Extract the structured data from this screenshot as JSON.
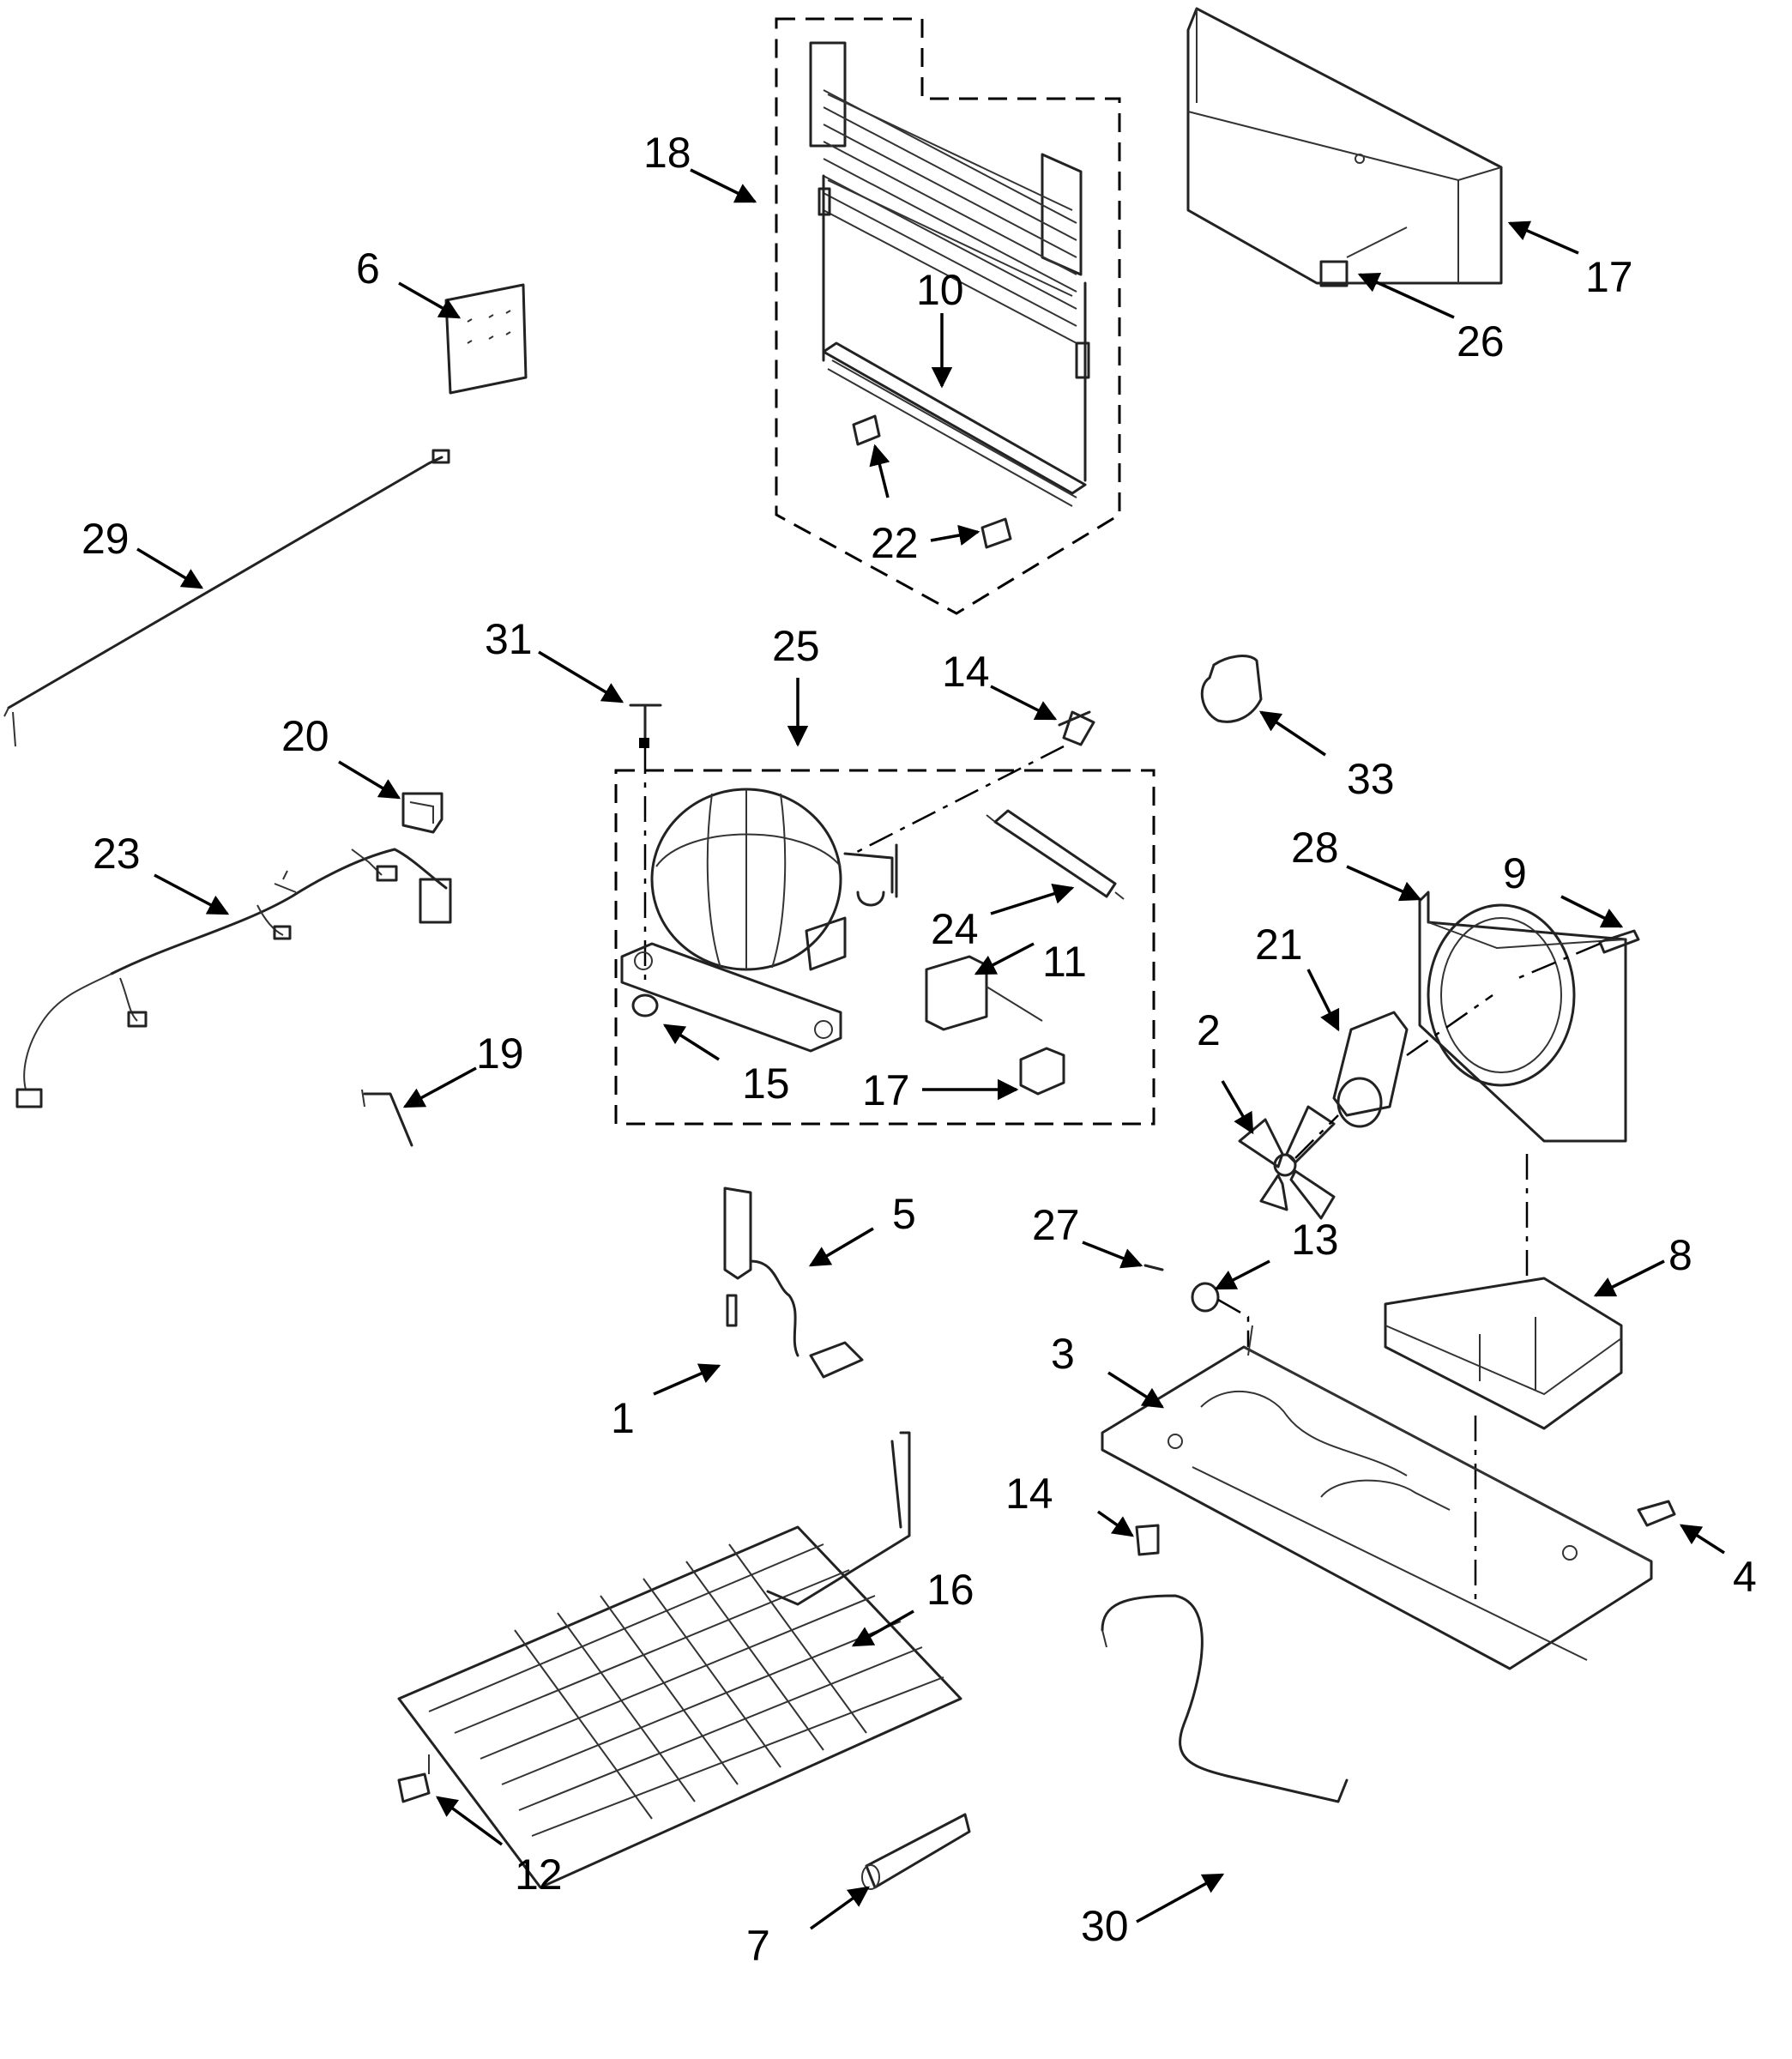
{
  "callouts": [
    {
      "id": "c1",
      "label": "1"
    },
    {
      "id": "c2",
      "label": "2"
    },
    {
      "id": "c3",
      "label": "3"
    },
    {
      "id": "c4",
      "label": "4"
    },
    {
      "id": "c5",
      "label": "5"
    },
    {
      "id": "c6",
      "label": "6"
    },
    {
      "id": "c7",
      "label": "7"
    },
    {
      "id": "c8",
      "label": "8"
    },
    {
      "id": "c9",
      "label": "9"
    },
    {
      "id": "c10",
      "label": "10"
    },
    {
      "id": "c11",
      "label": "11"
    },
    {
      "id": "c12",
      "label": "12"
    },
    {
      "id": "c13",
      "label": "13"
    },
    {
      "id": "c14a",
      "label": "14"
    },
    {
      "id": "c14b",
      "label": "14"
    },
    {
      "id": "c15",
      "label": "15"
    },
    {
      "id": "c16",
      "label": "16"
    },
    {
      "id": "c17",
      "label": "17"
    },
    {
      "id": "c18",
      "label": "18"
    },
    {
      "id": "c19",
      "label": "19"
    },
    {
      "id": "c20",
      "label": "20"
    },
    {
      "id": "c21",
      "label": "21"
    },
    {
      "id": "c22",
      "label": "22"
    },
    {
      "id": "c23",
      "label": "23"
    },
    {
      "id": "c24",
      "label": "24"
    },
    {
      "id": "c25",
      "label": "25"
    },
    {
      "id": "c26",
      "label": "26"
    },
    {
      "id": "c27",
      "label": "27"
    },
    {
      "id": "c28",
      "label": "28"
    },
    {
      "id": "c29",
      "label": "29"
    },
    {
      "id": "c30",
      "label": "30"
    },
    {
      "id": "c31",
      "label": "31"
    },
    {
      "id": "c32",
      "label": "32"
    },
    {
      "id": "c33",
      "label": "33"
    }
  ]
}
